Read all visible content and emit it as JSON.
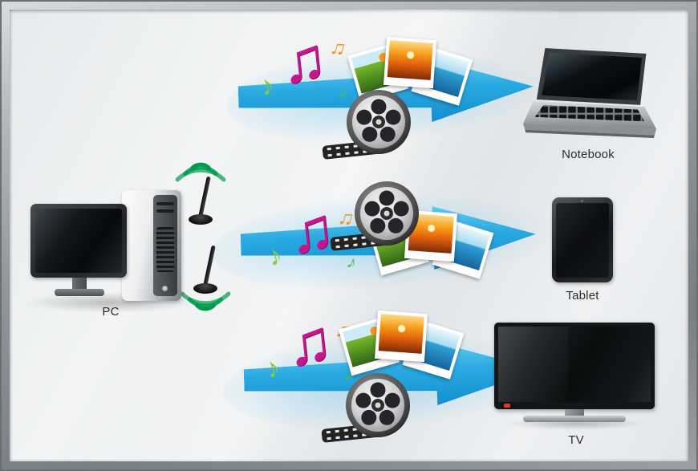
{
  "labels": {
    "pc": "PC",
    "notebook": "Notebook",
    "tablet": "Tablet",
    "tv": "TV"
  },
  "glyphs": {
    "note_eighth": "♪",
    "note_beamed": "♫"
  },
  "colors": {
    "arrow_blue": "#29a9e1",
    "wifi_green": "#009a4d",
    "note_green": "#8dc63f",
    "note_magenta": "#c4168d",
    "note_orange": "#f7941d"
  }
}
